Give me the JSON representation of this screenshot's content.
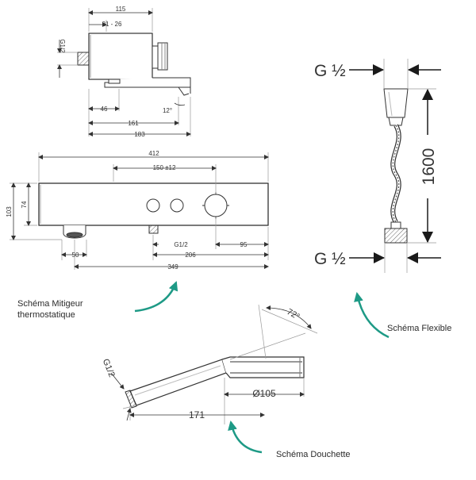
{
  "colors": {
    "line": "#333333",
    "accent": "#1e9a86",
    "fill_light": "#e6e6e6"
  },
  "mixer": {
    "top_view": {
      "width_115": "115",
      "range_21_26": "21 - 26",
      "g12": "G1/2",
      "d46": "46",
      "angle12": "12°",
      "d161": "161",
      "d183": "183"
    },
    "front_view": {
      "d412": "412",
      "d150": "150 ±12",
      "d103": "103",
      "d74": "74",
      "g12": "G1/2",
      "d95": "95",
      "d50": "50",
      "d206": "206",
      "d349": "349"
    }
  },
  "hose": {
    "g_top": "G ½",
    "g_bottom": "G ½",
    "length": "1600"
  },
  "handshower": {
    "angle": "72°",
    "g12": "G1/2",
    "diameter": "Ø105",
    "length": "171"
  },
  "captions": {
    "mixer": "Schéma Mitigeur thermostatique",
    "hose": "Schéma Flexible",
    "handshower": "Schéma Douchette"
  }
}
